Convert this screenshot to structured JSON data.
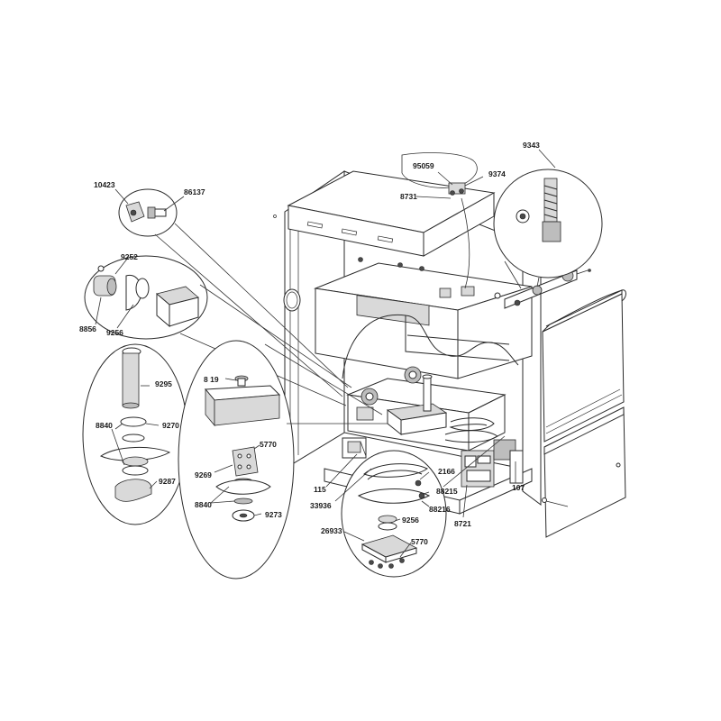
{
  "diagram": {
    "callouts": {
      "p95059": "95059",
      "p9374": "9374",
      "p8731": "8731",
      "p9343": "9343",
      "p10423": "10423",
      "p86137": "86137",
      "p9252": "9252",
      "p8856": "8856",
      "p9256a": "9256",
      "p9295": "9295",
      "p819": "8 19",
      "p8840a": "8840",
      "p9270": "9270",
      "p5770a": "5770",
      "p9287": "9287",
      "p9269": "9269",
      "p8840b": "8840",
      "p9273": "9273",
      "p115": "115",
      "p33936": "33936",
      "p2166": "2166",
      "p88215": "88215",
      "p88216": "88216",
      "p9256b": "9256",
      "p26933": "26933",
      "p5770b": "5770",
      "p8721": "8721",
      "p107": "107"
    }
  }
}
